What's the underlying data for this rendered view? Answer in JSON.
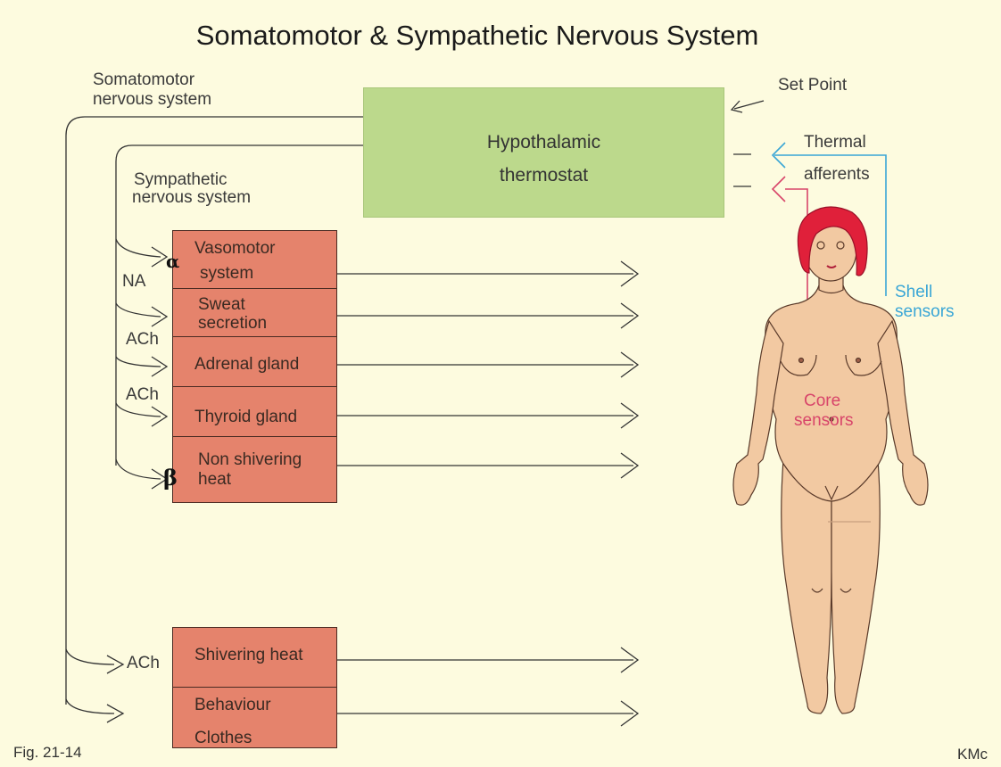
{
  "title": "Somatomotor & Sympathetic Nervous System",
  "labels": {
    "somatomotor_1": "Somatomotor",
    "somatomotor_2": "nervous system",
    "sympathetic_1": "Sympathetic",
    "sympathetic_2": "nervous system",
    "set_point": "Set Point",
    "thermal_1": "Thermal",
    "thermal_2": "afferents",
    "shell_1": "Shell",
    "shell_2": "sensors",
    "core_1": "Core",
    "core_2": "sensors",
    "fig": "Fig. 21-14",
    "author": "KMc"
  },
  "thermostat": {
    "line1": "Hypothalamic",
    "line2": "thermostat"
  },
  "effectors": [
    {
      "line1": "Vasomotor",
      "line2": "system"
    },
    {
      "line1": "Sweat",
      "line2": "secretion"
    },
    {
      "line1": "Adrenal  gland",
      "line2": ""
    },
    {
      "line1": "Thyroid gland",
      "line2": ""
    },
    {
      "line1": "Non shivering",
      "line2": "heat"
    },
    {
      "line1": "Shivering heat",
      "line2": ""
    },
    {
      "line1": "Behaviour",
      "line2": "Clothes"
    }
  ],
  "transmitters": {
    "na": "NA",
    "ach1": "ACh",
    "ach2": "ACh",
    "ach3": "ACh"
  },
  "receptors": {
    "alpha": "α",
    "beta": "β"
  },
  "colors": {
    "background": "#fdfbdf",
    "thermostat_box": "#bcd98c",
    "effector_box": "#e5836c",
    "shell_sensor_line": "#3aa6d6",
    "core_sensor_line": "#d8456a",
    "skin": "#f2c9a2",
    "hair": "#e0203a"
  }
}
